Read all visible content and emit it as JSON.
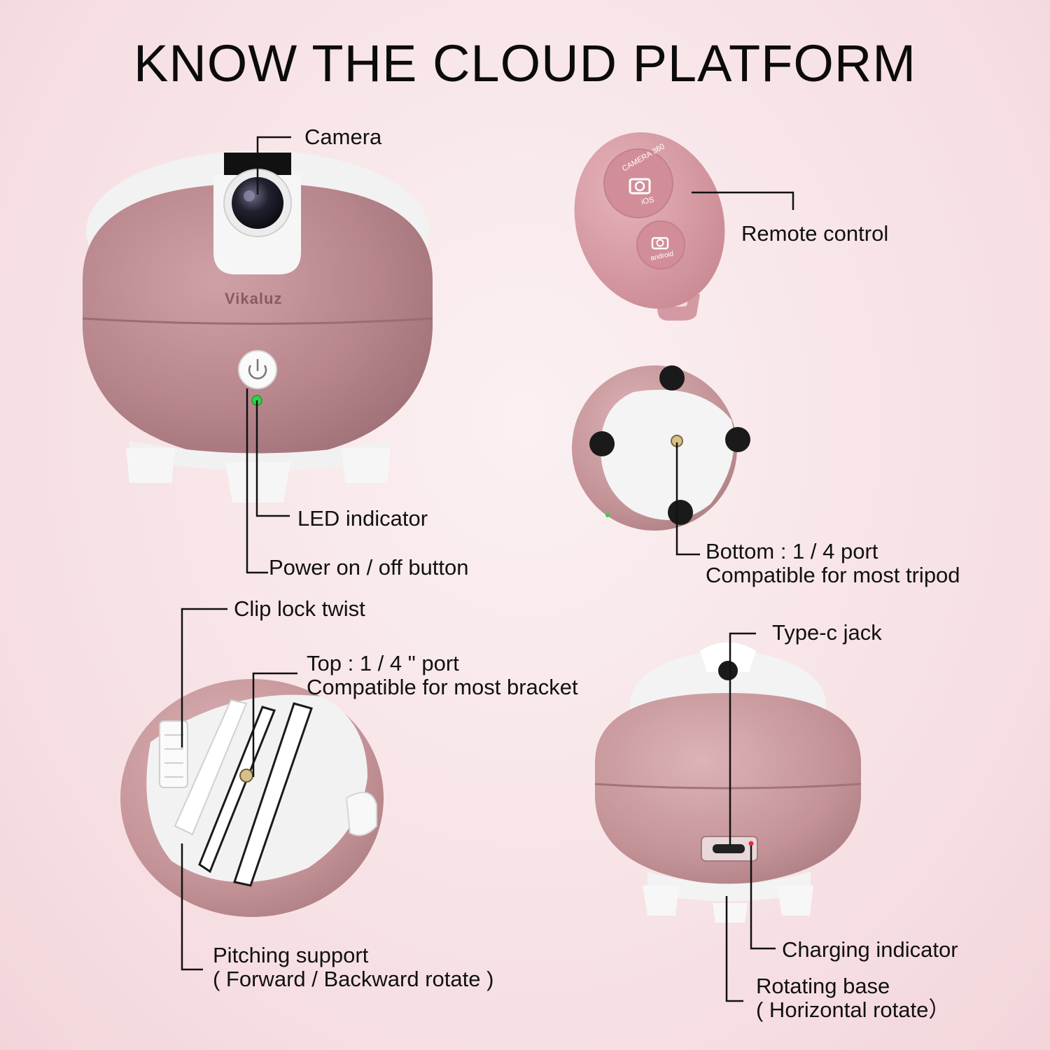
{
  "title": "KNOW THE CLOUD PLATFORM",
  "brand": "Vikaluz",
  "remote": {
    "top_button_text": "CAMERA 360",
    "top_button_os": "iOS",
    "bottom_button_os": "android"
  },
  "labels": {
    "camera": "Camera",
    "remote_control": "Remote control",
    "led_indicator": "LED indicator",
    "power_button": "Power on / off button",
    "bottom_port_1": "Bottom : 1 / 4 port",
    "bottom_port_2": "Compatible for most tripod",
    "clip_lock": "Clip lock twist",
    "top_port_1": "Top : 1 / 4 \" port",
    "top_port_2": "Compatible for most bracket",
    "typec": "Type-c jack",
    "pitching_1": "Pitching support",
    "pitching_2": "( Forward / Backward rotate )",
    "charging": "Charging indicator",
    "rotating_1": "Rotating base",
    "rotating_2": "( Horizontal rotate）"
  },
  "colors": {
    "body_pink": "#b7868c",
    "remote_pink": "#d9a0aa",
    "white_plastic": "#f4f4f4",
    "led_green": "#35d04a",
    "charge_red": "#e0303a",
    "leader_line": "#111111"
  }
}
